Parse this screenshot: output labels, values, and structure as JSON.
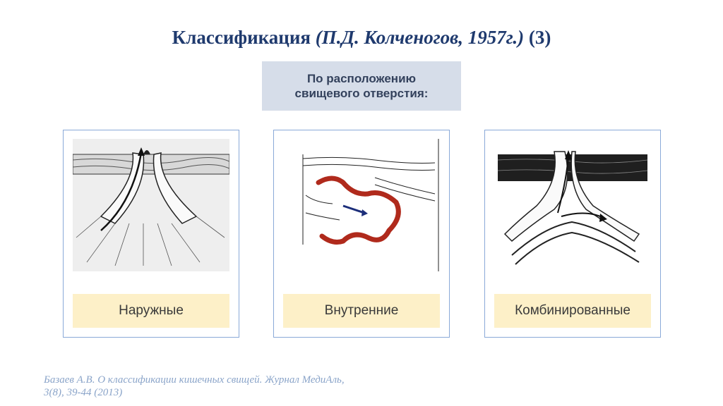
{
  "title": {
    "main": "Классификация",
    "author_italic": "(П.Д. Колченогов, 1957г.)",
    "suffix": "(3)"
  },
  "subtitle": {
    "line1": "По расположению",
    "line2": "свищевого отверстия:"
  },
  "cards": [
    {
      "label": "Наружные",
      "icon": "external-fistula-illustration"
    },
    {
      "label": "Внутренние",
      "icon": "internal-fistula-illustration"
    },
    {
      "label": "Комбинированные",
      "icon": "combined-fistula-illustration"
    }
  ],
  "reference": {
    "line1": "Базаев А.В. О классификации кишечных свищей. Журнал МедиАль,",
    "line2": "3(8), 39-44 (2013)"
  }
}
